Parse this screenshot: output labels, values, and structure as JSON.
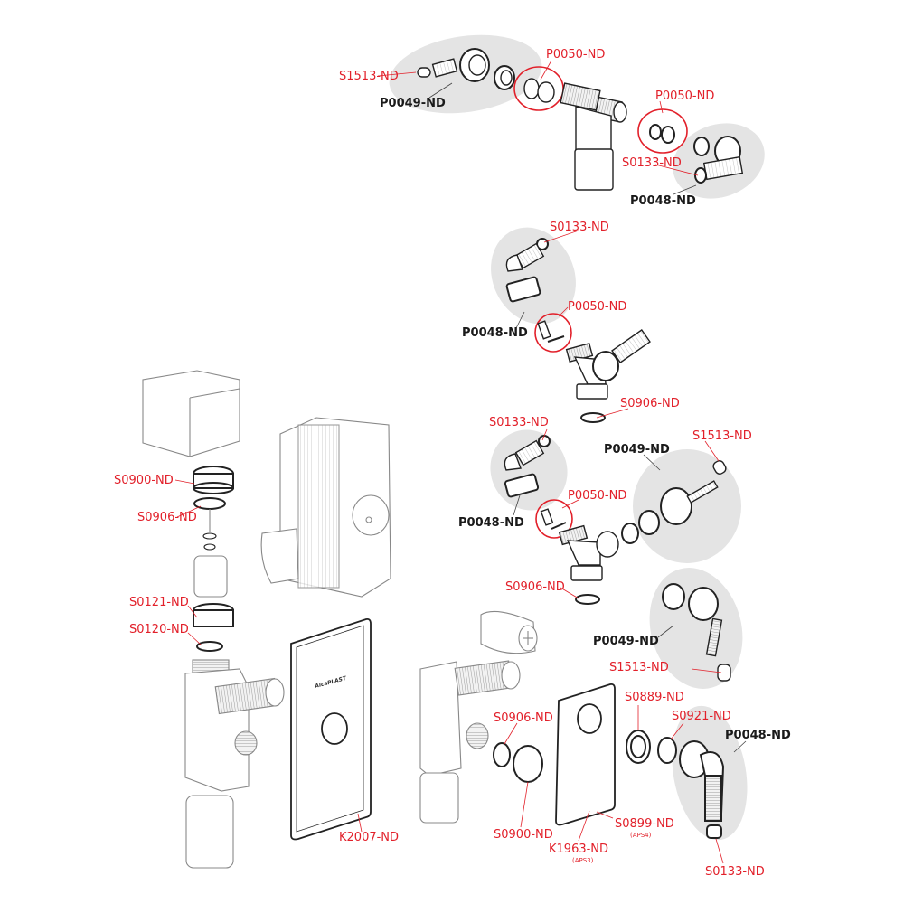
{
  "title": "Siphon exploded parts diagram",
  "colors": {
    "part_label_red": "#e2202a",
    "set_label_black": "#1a1a1a",
    "highlight_fill": "#e4e4e4",
    "outline": "#222222"
  },
  "brand_mark": "AlcaPLAST",
  "labels": [
    {
      "id": "s1513-top",
      "text": "S1513-ND",
      "kind": "part"
    },
    {
      "id": "p0049-top",
      "text": "P0049-ND",
      "kind": "set"
    },
    {
      "id": "p0050-top-a",
      "text": "P0050-ND",
      "kind": "part"
    },
    {
      "id": "p0050-top-b",
      "text": "P0050-ND",
      "kind": "part"
    },
    {
      "id": "s0133-top",
      "text": "S0133-ND",
      "kind": "part"
    },
    {
      "id": "p0048-top",
      "text": "P0048-ND",
      "kind": "set"
    },
    {
      "id": "s0133-mid1",
      "text": "S0133-ND",
      "kind": "part"
    },
    {
      "id": "p0048-mid1",
      "text": "P0048-ND",
      "kind": "set"
    },
    {
      "id": "p0050-mid1",
      "text": "P0050-ND",
      "kind": "part"
    },
    {
      "id": "s0906-mid1",
      "text": "S0906-ND",
      "kind": "part"
    },
    {
      "id": "s0133-mid2",
      "text": "S0133-ND",
      "kind": "part"
    },
    {
      "id": "p0049-mid2",
      "text": "P0049-ND",
      "kind": "set"
    },
    {
      "id": "s1513-mid2",
      "text": "S1513-ND",
      "kind": "part"
    },
    {
      "id": "p0048-mid2",
      "text": "P0048-ND",
      "kind": "set"
    },
    {
      "id": "p0050-mid2",
      "text": "P0050-ND",
      "kind": "part"
    },
    {
      "id": "s0906-mid2",
      "text": "S0906-ND",
      "kind": "part"
    },
    {
      "id": "p0049-low",
      "text": "P0049-ND",
      "kind": "set"
    },
    {
      "id": "s1513-low",
      "text": "S1513-ND",
      "kind": "part"
    },
    {
      "id": "s0900-left",
      "text": "S0900-ND",
      "kind": "part"
    },
    {
      "id": "s0906-left",
      "text": "S0906-ND",
      "kind": "part"
    },
    {
      "id": "s0121-left",
      "text": "S0121-ND",
      "kind": "part"
    },
    {
      "id": "s0120-left",
      "text": "S0120-ND",
      "kind": "part"
    },
    {
      "id": "k2007",
      "text": "K2007-ND",
      "kind": "part"
    },
    {
      "id": "s0906-right",
      "text": "S0906-ND",
      "kind": "part"
    },
    {
      "id": "s0900-right",
      "text": "S0900-ND",
      "kind": "part"
    },
    {
      "id": "k1963",
      "text": "K1963-ND",
      "kind": "part",
      "note": "(APS3)"
    },
    {
      "id": "s0889",
      "text": "S0889-ND",
      "kind": "part"
    },
    {
      "id": "s0921",
      "text": "S0921-ND",
      "kind": "part"
    },
    {
      "id": "p0048-right",
      "text": "P0048-ND",
      "kind": "set"
    },
    {
      "id": "s0899",
      "text": "S0899-ND",
      "kind": "part",
      "note": "(APS4)"
    },
    {
      "id": "s0133-right",
      "text": "S0133-ND",
      "kind": "part"
    }
  ]
}
